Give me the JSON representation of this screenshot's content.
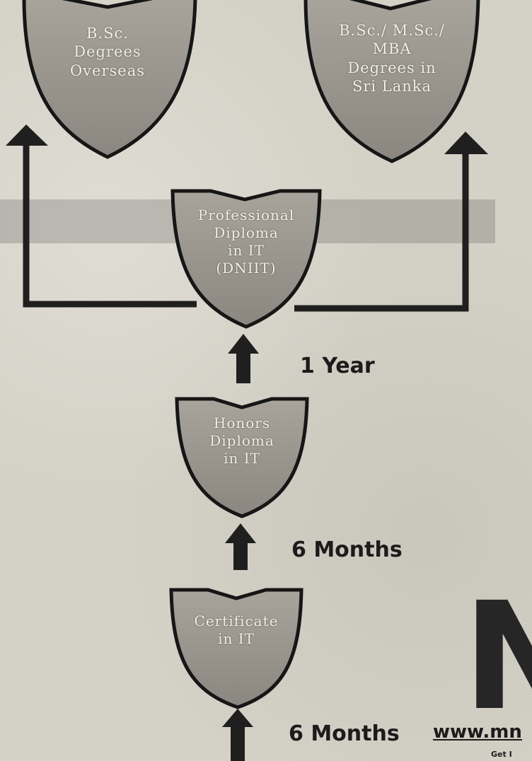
{
  "shields": {
    "bsc_overseas": {
      "lines": [
        "B.Sc.",
        "Degrees",
        "Overseas"
      ]
    },
    "local_degrees": {
      "lines": [
        "B.Sc./ M.Sc./",
        "MBA",
        "Degrees in",
        "Sri Lanka"
      ]
    },
    "dniit": {
      "lines": [
        "Professional",
        "Diploma",
        "in IT",
        "(DNIIT)"
      ]
    },
    "honors": {
      "lines": [
        "Honors",
        "Diploma",
        "in IT"
      ]
    },
    "certificate": {
      "lines": [
        "Certificate",
        "in IT"
      ]
    }
  },
  "durations": {
    "one_year": "1 Year",
    "six_months_upper": "6 Months",
    "six_months_lower": "6 Months"
  },
  "footer": {
    "logo_letter": "N",
    "url": "www.mn",
    "tagline": "Get I"
  },
  "colors": {
    "shield_fill": "#9a968f",
    "shield_stroke": "#161616",
    "arrow": "#1f1f1f"
  }
}
